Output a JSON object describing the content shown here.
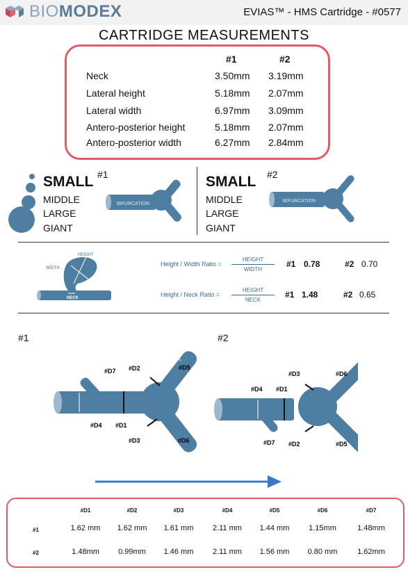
{
  "header": {
    "logo_light": "BIO",
    "logo_bold": "MODEX",
    "doc_title": "EVIAS™ - HMS Cartridge - #0577"
  },
  "page_title": "CARTRIDGE MEASUREMENTS",
  "measurements": {
    "col1": "#1",
    "col2": "#2",
    "rows": [
      {
        "label": "Neck",
        "v1": "3.50mm",
        "v2": "3.19mm"
      },
      {
        "label": "Lateral height",
        "v1": "5.18mm",
        "v2": "2.07mm"
      },
      {
        "label": "Lateral width",
        "v1": "6.97mm",
        "v2": "3.09mm"
      },
      {
        "label": "Antero-posterior height",
        "v1": "5.18mm",
        "v2": "2.07mm"
      },
      {
        "label": "Antero-posterior width",
        "v1": "6.27mm",
        "v2": "2.84mm"
      }
    ]
  },
  "size": {
    "left": {
      "marker": "#1",
      "selected": "SMALL",
      "options": [
        "MIDDLE",
        "LARGE",
        "GIANT"
      ],
      "bifurcation": "BIFURCATION"
    },
    "right": {
      "marker": "#2",
      "selected": "SMALL",
      "options": [
        "MIDDLE",
        "LARGE",
        "GIANT"
      ],
      "bifurcation": "BIFURCATION"
    }
  },
  "ratios": {
    "diagram": {
      "height": "HEIGHT",
      "width": "WIDTH",
      "neck": "NECK"
    },
    "hw": {
      "label": "Height / Width Ratio =",
      "num": "HEIGHT",
      "den": "WIDTH",
      "m1": "#1",
      "v1": "0.78",
      "m2": "#2",
      "v2": "0.70"
    },
    "hn": {
      "label": "Height / Neck Ratio =",
      "num": "HEIGHT",
      "den": "NECK",
      "m1": "#1",
      "v1": "1.48",
      "m2": "#2",
      "v2": "0.65"
    }
  },
  "diagrams": {
    "left": {
      "marker": "#1",
      "labels": {
        "d1": "#D1",
        "d2": "#D2",
        "d3": "#D3",
        "d4": "#D4",
        "d5": "#D5",
        "d6": "#D6",
        "d7": "#D7"
      }
    },
    "right": {
      "marker": "#2",
      "labels": {
        "d1": "#D1",
        "d2": "#D2",
        "d3": "#D3",
        "d4": "#D4",
        "d5": "#D5",
        "d6": "#D6",
        "d7": "#D7"
      }
    }
  },
  "table": {
    "headers": [
      "#D1",
      "#D2",
      "#D3",
      "#D4",
      "#D5",
      "#D6",
      "#D7"
    ],
    "rows": [
      {
        "label": "#1",
        "values": [
          "1.62 mm",
          "1.62 mm",
          "1.61 mm",
          "2.11 mm",
          "1.44 mm",
          "1.15mm",
          "1.48mm"
        ]
      },
      {
        "label": "#2",
        "values": [
          "1.48mm",
          "0.99mm",
          "1.46 mm",
          "2.11 mm",
          "1.56 mm",
          "0.80 mm",
          "1.62mm"
        ]
      }
    ]
  },
  "colors": {
    "vessel": "#4f7ea3",
    "accent_border": "#e05a68",
    "arrow": "#3a78c9"
  }
}
